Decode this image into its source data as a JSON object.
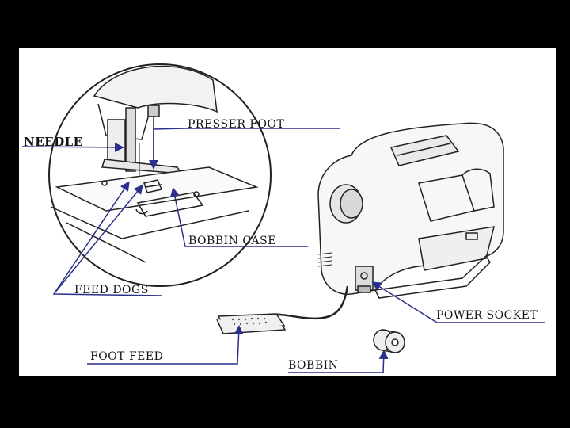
{
  "labels": {
    "needle": "NEEDLE",
    "presser_foot": "PRESSER FOOT",
    "bobbin_case": "BOBBIN CASE",
    "feed_dogs": "FEED DOGS",
    "power_socket": "POWER SOCKET",
    "foot_feed": "FOOT FEED",
    "bobbin": "BOBBIN"
  },
  "colors": {
    "background": "#000000",
    "panel": "#ffffff",
    "leader_line": "#2a2f8a",
    "drawing": "#222222"
  }
}
